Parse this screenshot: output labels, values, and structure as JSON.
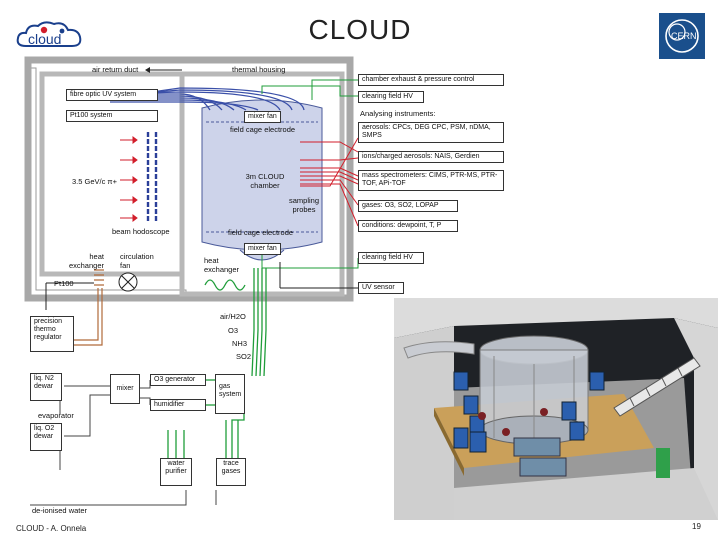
{
  "slide": {
    "title": "CLOUD",
    "footer_left": "CLOUD - A. Onnela",
    "page_number": "19"
  },
  "logos": {
    "cloud_logo_text": "cloud",
    "cern_logo_text": "CERN"
  },
  "diagram": {
    "air_return_duct": "air return duct",
    "thermal_housing": "thermal housing",
    "fibre_optic": "fibre optic UV system",
    "pt100_system": "Pt100 system",
    "mixer_fan_top": "mixer fan",
    "field_cage_top": "field cage electrode",
    "chamber": "3m CLOUD chamber",
    "sampling_probes": "sampling probes",
    "field_cage_bottom": "field cage electrode",
    "mixer_fan_bottom": "mixer fan",
    "heat_exchanger_inner": "heat exchanger",
    "beam": "3.5 GeV/c π+",
    "beam_hodoscope": "beam hodoscope",
    "heat_exchanger": "heat exchanger",
    "circulation_fan": "circulation fan",
    "pt100": "Pt100",
    "precision_regulator": "precision thermo regulator",
    "right_boxes": [
      "chamber exhaust & pressure control",
      "clearing field HV",
      "Analysing instruments:",
      "aerosols: CPCs, DEG CPC, PSM, nDMA, SMPS",
      "ions/charged aerosols: NAIS, Gerdien",
      "mass spectrometers: CIMS, PTR-MS, PTR-TOF, APi-TOF",
      "gases: O3, SO2, LOPAP",
      "conditions: dewpoint, T, P",
      "clearing field HV",
      "UV sensor"
    ],
    "gas_labels": [
      "air/H2O",
      "O3",
      "NH3",
      "SO2"
    ],
    "ln2_dewar": "liq. N2 dewar",
    "lo2_dewar": "liq. O2 dewar",
    "evaporator": "evaporator",
    "mixer": "mixer",
    "o3_generator": "O3 generator",
    "humidifier": "humidifier",
    "gas_system": "gas system",
    "water_purifier": "water purifier",
    "trace_gases": "trace gases",
    "deionised_water": "de-ionised water"
  },
  "colors": {
    "housing": "#9a9a9a",
    "chamber_fill": "#cdd3ea",
    "chamber_stroke": "#4a5a9a",
    "uv_lines": "#3a4fa8",
    "red_lines": "#d21e2b",
    "green_lines": "#1f9d3a",
    "brown_lines": "#b06a3a",
    "beam_arrow": "#d21e2b"
  }
}
